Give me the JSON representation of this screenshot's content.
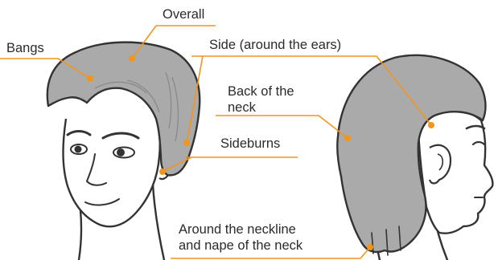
{
  "labels": {
    "overall": "Overall",
    "bangs": "Bangs",
    "side": "Side (around the ears)",
    "back_line1": "Back of the",
    "back_line2": "neck",
    "sideburns": "Sideburns",
    "neckline_line1": "Around the neckline",
    "neckline_line2": "and nape of the neck"
  },
  "colors": {
    "hair": "#aaaaaa",
    "line": "#333333",
    "accent": "#f0961e"
  }
}
